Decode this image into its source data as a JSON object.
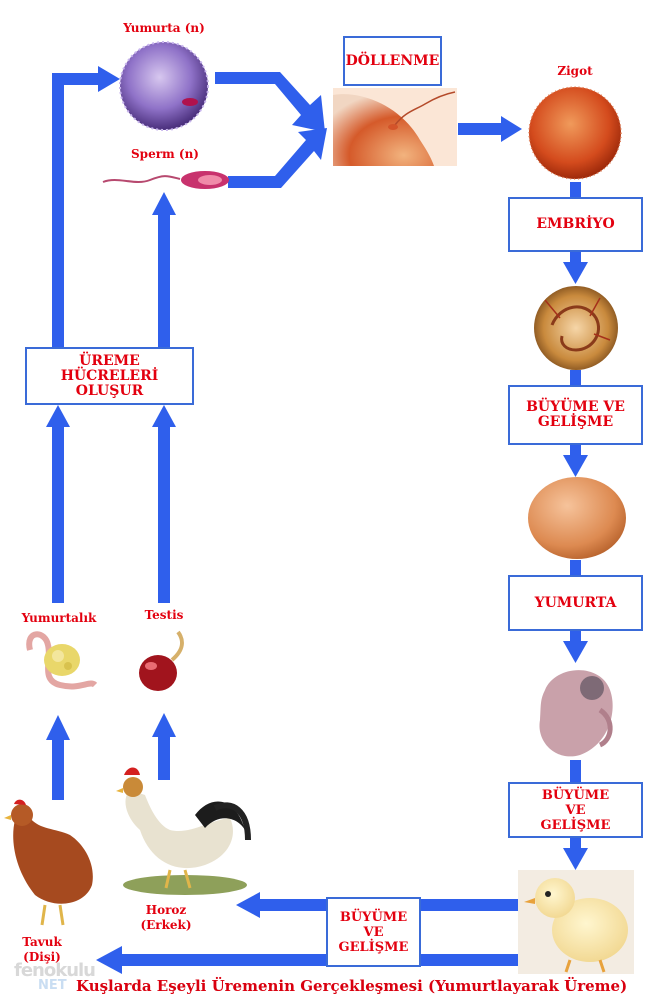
{
  "labels": {
    "egg_cell": "Yumurta (n)",
    "sperm": "Sperm (n)",
    "zygote": "Zigot",
    "ovary": "Yumurtalık",
    "testis": "Testis",
    "rooster": "Horoz\n(Erkek)",
    "hen": "Tavuk\n(Dişi)"
  },
  "boxes": {
    "fertilization": "DÖLLENME",
    "embryo": "EMBRİYO",
    "growth1": "BÜYÜME VE\nGELİŞME",
    "egg": "YUMURTA",
    "growth2": "BÜYÜME\nVE\nGELİŞME",
    "growth3": "BÜYÜME\nVE\nGELİŞME",
    "gametes": "ÜREME\nHÜCRELERİ\nOLUŞUR"
  },
  "caption": "Kuşlarda Eşeyli Üremenin Gerçekleşmesi (Yumurtlayarak Üreme)",
  "watermark": {
    "line1": "fenokulu",
    "line2": "NET"
  },
  "colors": {
    "arrow": "#2f5fec",
    "text": "#e3000f",
    "box_border": "#3a6bd8"
  }
}
